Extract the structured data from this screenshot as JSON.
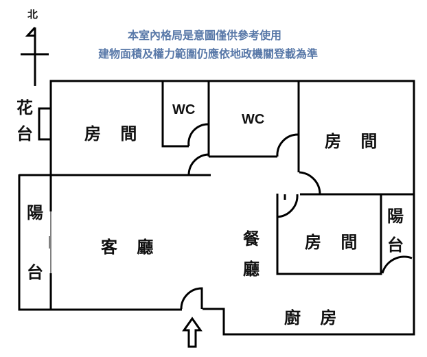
{
  "compass": {
    "label": "北"
  },
  "disclaimer": {
    "line1": "本室內格局是意圖僅供參考使用",
    "line2": "建物面積及權力範圍仍應依地政機關登載為準"
  },
  "rooms": {
    "bedroom_nw": "房 間",
    "wc_1": "WC",
    "wc_2": "WC",
    "bedroom_ne": "房 間",
    "flower_bed_1": "花",
    "flower_bed_2": "台",
    "balcony_w_1": "陽",
    "balcony_w_2": "台",
    "living_room": "客 廳",
    "dining_1": "餐",
    "dining_2": "廳",
    "bedroom_e": "房 間",
    "balcony_e_1": "陽",
    "balcony_e_2": "台",
    "kitchen": "廚 房"
  },
  "entrance": {
    "icon": "up-arrow"
  },
  "colors": {
    "wall": "#000000",
    "note": "#5878a8"
  }
}
